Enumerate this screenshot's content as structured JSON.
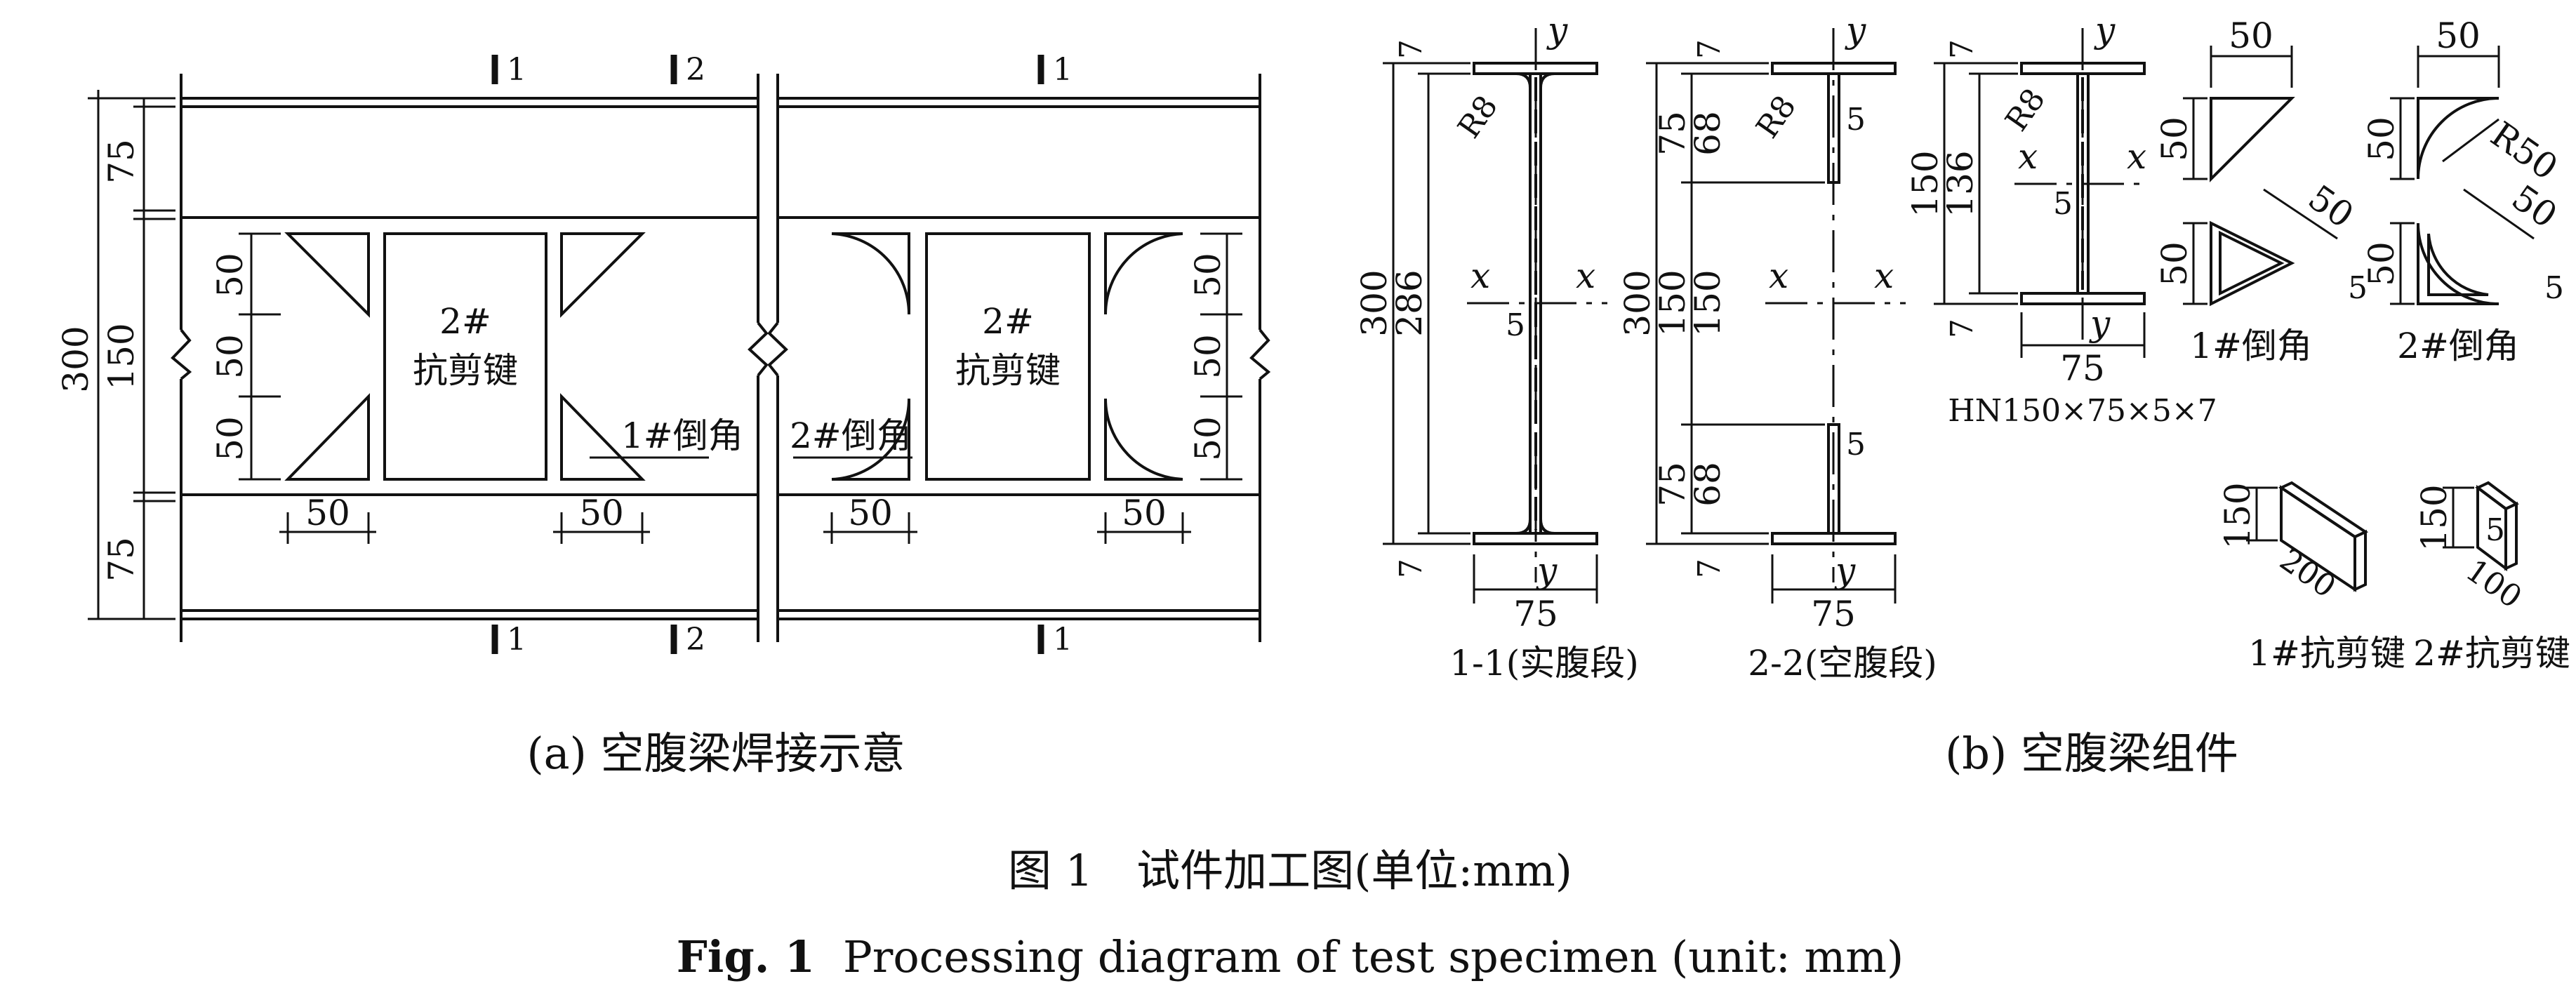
{
  "figure": {
    "zh_title": "图 1　试件加工图(单位:mm)",
    "en_title_bold": "Fig. 1",
    "en_title_rest": "Processing diagram of test specimen (unit: mm)"
  },
  "panel_a": {
    "caption": "(a) 空腹梁焊接示意",
    "key_label_line1": "2#",
    "key_label_line2": "抗剪键",
    "chamfer1_label": "1#倒角",
    "chamfer2_label": "2#倒角",
    "section_1": "1",
    "section_2": "2",
    "dim_300": "300",
    "dim_150": "150",
    "dim_75": "75",
    "dim_50": "50"
  },
  "panel_b": {
    "caption": "(b) 空腹梁组件",
    "section_11_label": "1-1(实腹段)",
    "section_22_label": "2-2(空腹段)",
    "hn_label": "HN150×75×5×7",
    "chamfer1_label": "1#倒角",
    "chamfer2_label": "2#倒角",
    "key1_label": "1#抗剪键",
    "key2_label": "2#抗剪键",
    "axis_x": "x",
    "axis_y": "y",
    "radius_r8": "R8",
    "radius_r50": "R50",
    "dims": {
      "d300": "300",
      "d286": "286",
      "d150": "150",
      "d136": "136",
      "d75": "75",
      "d68": "68",
      "d50": "50",
      "d7": "7",
      "d5": "5",
      "d200": "200",
      "d100": "100"
    }
  },
  "colors": {
    "ink": "#111111",
    "background": "#ffffff"
  }
}
